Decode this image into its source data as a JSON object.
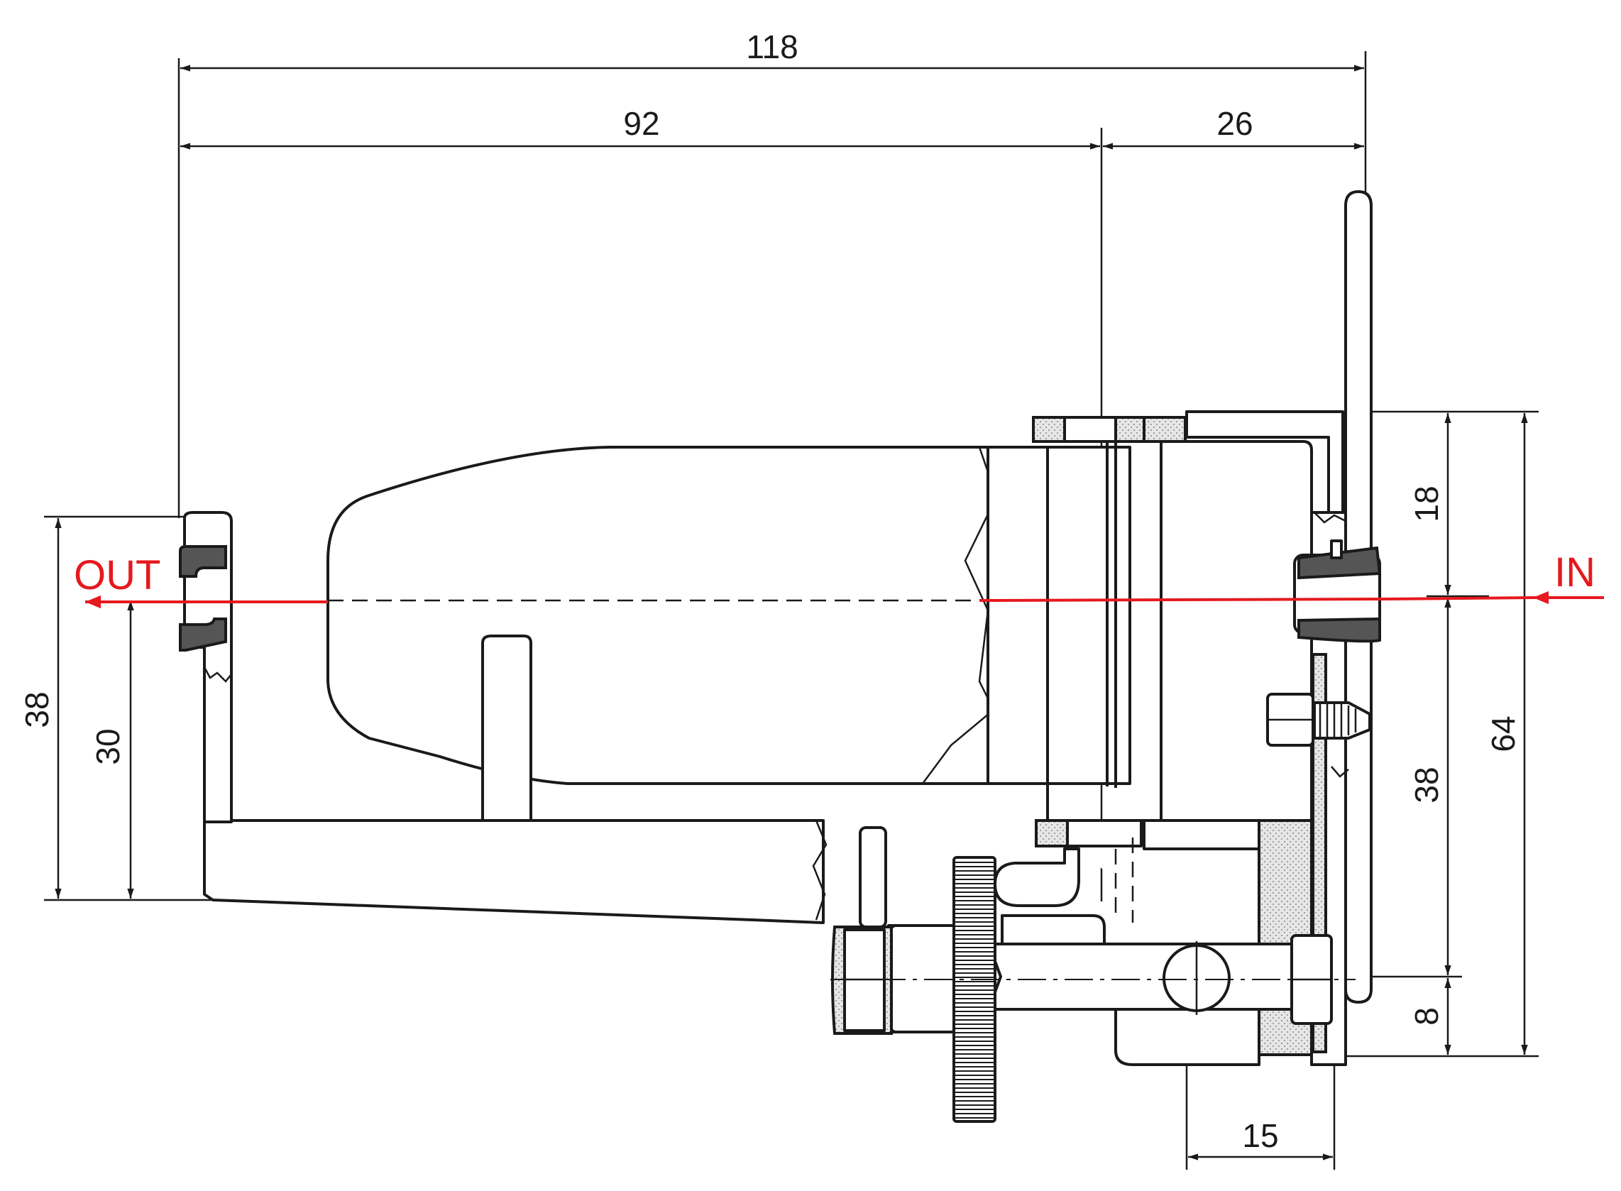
{
  "dimensions": {
    "overall_length": "118",
    "body_length": "92",
    "bracket_length": "26",
    "outlet_height": "38",
    "outlet_centre": "30",
    "inlet_top": "18",
    "inlet_to_pivot": "38",
    "total_height": "64",
    "pivot_offset": "8",
    "pivot_width": "15"
  },
  "flow": {
    "outlet_label": "OUT",
    "inlet_label": "IN",
    "color": "#e5191e"
  }
}
